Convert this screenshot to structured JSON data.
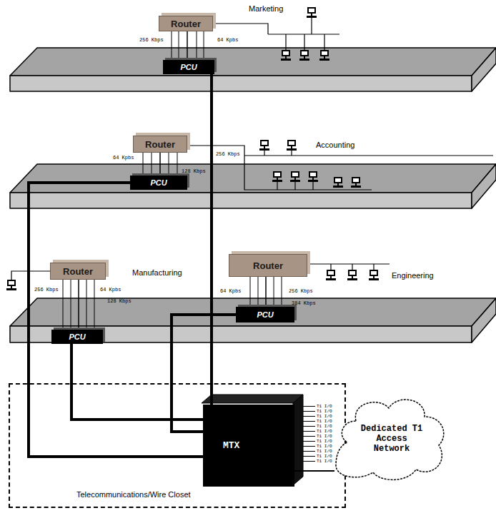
{
  "diagram": {
    "nodes": [
      {
        "text": [
          "Router"
        ]
      },
      {
        "text": [
          "PCU"
        ]
      },
      {
        "text": [
          "Router"
        ]
      },
      {
        "text": [
          "PCU"
        ]
      },
      {
        "text": [
          "Router"
        ]
      },
      {
        "text": [
          "PCU"
        ]
      },
      {
        "text": [
          "Router"
        ]
      },
      {
        "text": [
          "PCU"
        ]
      },
      {
        "text": [
          "Telecommunications/Wire Closet"
        ]
      },
      {
        "text": [
          "MTX"
        ],
        "in": 8
      },
      {
        "text": [
          "Dedicated T1 Access Network"
        ]
      }
    ],
    "edges": [
      {
        "from": 0,
        "to": 1,
        "arrow": "none"
      },
      {
        "from": 2,
        "to": 3,
        "arrow": "none"
      },
      {
        "from": 4,
        "to": 5,
        "arrow": "none"
      },
      {
        "from": 6,
        "to": 7,
        "arrow": "none"
      },
      {
        "from": 1,
        "to": 9,
        "arrow": "none"
      },
      {
        "from": 3,
        "to": 9,
        "arrow": "none"
      },
      {
        "from": 5,
        "to": 9,
        "arrow": "none"
      },
      {
        "from": 7,
        "to": 9,
        "arrow": "none"
      },
      {
        "from": 9,
        "to": 10,
        "arrow": "none"
      }
    ],
    "labels": [
      "Marketing",
      "256 Kbps",
      "64 Kpbs",
      "Accounting",
      "64 Kpbs",
      "256 Kbps",
      "128 Kbps",
      "Manufacturing",
      "256 Kbps",
      "64 Kpbs",
      "128 Kbps",
      "Engineering",
      "64 Kpbs",
      "256 Kbps",
      "384 Kbps",
      "T1 I/O",
      "T1 I/O",
      "T1 I/O",
      "T1 I/O",
      "T1 I/O",
      "T1 I/O",
      "T1 I/O",
      "T1 I/O",
      "T1 I/O",
      "T1 I/O",
      "T1 I/O",
      "T1 I/O"
    ]
  }
}
